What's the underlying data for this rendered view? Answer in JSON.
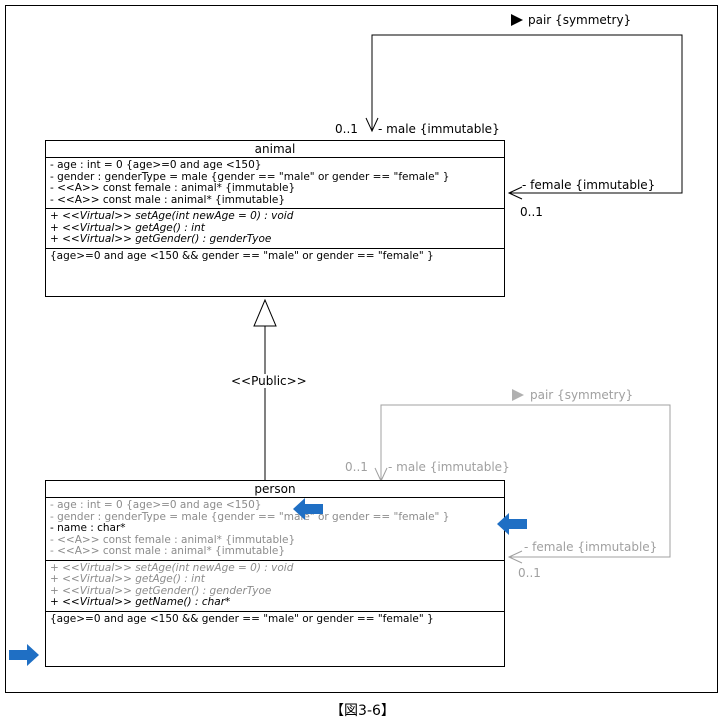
{
  "caption": "【図3-6】",
  "animal": {
    "title": "animal",
    "attributes": [
      "- age : int = 0 {age>=0 and  age <150}",
      "- gender : genderType = male {gender == \"male\" or gender == \"female\" }",
      "- <<A>> const female : animal* {immutable}",
      "- <<A>> const male : animal* {immutable}"
    ],
    "operations": [
      "+ <<Virtual>> setAge(int newAge = 0) : void",
      "+ <<Virtual>> getAge() : int",
      "+ <<Virtual>> getGender() : genderTyoe"
    ],
    "constraint": "{age>=0 and  age <150 && gender == \"male\" or gender == \"female\" }",
    "assoc": {
      "pair": "pair {symmetry}",
      "male_mult": "0..1",
      "male_role": "- male {immutable}",
      "female_role": "- female {immutable}",
      "female_mult": "0..1"
    }
  },
  "inheritance": {
    "stereotype": "<<Public>>"
  },
  "person": {
    "title": "person",
    "attributes": [
      "- age : int = 0 {age>=0 and  age <150}",
      "- gender : genderType = male {gender == \"male\" or gender == \"female\" }",
      "- name : char*",
      "- <<A>> const female : animal* {immutable}",
      "- <<A>> const male : animal* {immutable}"
    ],
    "operations": [
      "+ <<Virtual>> setAge(int newAge = 0) : void",
      "+ <<Virtual>> getAge() : int",
      "+ <<Virtual>> getGender() : genderTyoe",
      "+ <<Virtual>> getName() : char*"
    ],
    "constraint": "{age>=0 and  age <150 && gender == \"male\" or gender == \"female\" }",
    "assoc": {
      "pair": "pair {symmetry}",
      "male_mult": "0..1",
      "male_role": "- male {immutable}",
      "female_role": "- female {immutable}",
      "female_mult": "0..1"
    }
  },
  "colors": {
    "line": "#000000",
    "inherited": "#8c8c8c",
    "highlight_arrow": "#1f6fc4"
  }
}
